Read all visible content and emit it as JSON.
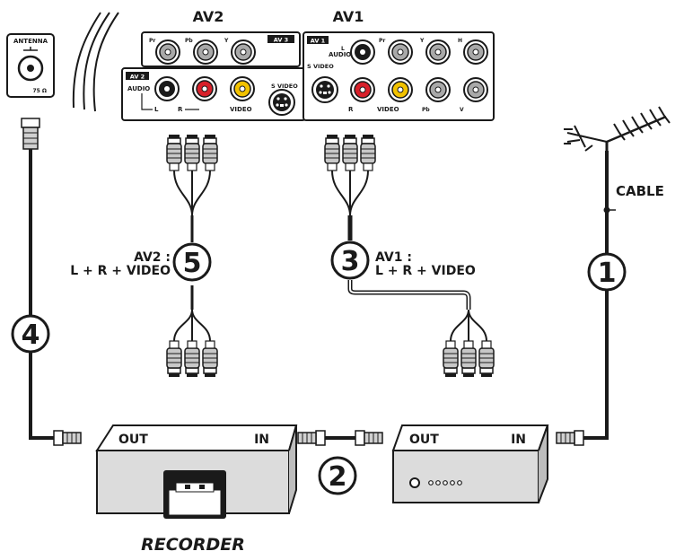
{
  "panel": {
    "av2_title": "AV2",
    "av1_title": "AV1",
    "av3_tag": "AV 3",
    "av2_tag": "AV 2",
    "av1_tag": "AV 1",
    "svideo": "S VIDEO",
    "audio": "AUDIO",
    "l": "L",
    "r": "R",
    "video": "VIDEO",
    "pr": "Pr",
    "pb": "Pb",
    "y": "Y",
    "h": "H",
    "v": "V"
  },
  "antenna": {
    "label": "ANTENNA",
    "ohm": "75 Ω"
  },
  "labels": {
    "cable": "CABLE",
    "av2_line1": "AV2 :",
    "av2_line2": "L + R + VIDEO",
    "av1_line1": "AV1 :",
    "av1_line2": "L + R + VIDEO",
    "recorder": "RECORDER",
    "rec_out": "OUT",
    "rec_in": "IN",
    "box_out": "OUT",
    "box_in": "IN"
  },
  "steps": {
    "s1": "1",
    "s2": "2",
    "s3": "3",
    "s4": "4",
    "s5": "5"
  },
  "colors": {
    "red": "#d8202a",
    "yellow": "#f2c200",
    "white": "#f4f4f4",
    "grey": "#a9a9a9",
    "dark": "#1a1a1a",
    "box": "#dcdcdc"
  }
}
